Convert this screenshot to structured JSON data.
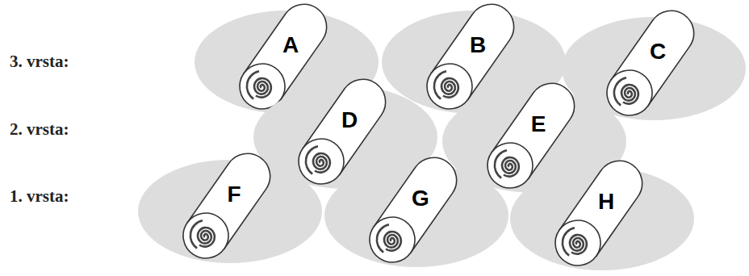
{
  "diagram": {
    "nodes": [
      {
        "text": [
          "A"
        ]
      },
      {
        "text": [
          "B"
        ]
      },
      {
        "text": [
          "C"
        ]
      },
      {
        "text": [
          "D"
        ]
      },
      {
        "text": [
          "E"
        ]
      },
      {
        "text": [
          "F"
        ]
      },
      {
        "text": [
          "G"
        ]
      },
      {
        "text": [
          "H"
        ]
      }
    ],
    "labels": [
      "3. vrsta:",
      "2. vrsta:",
      "1. vrsta:"
    ]
  }
}
